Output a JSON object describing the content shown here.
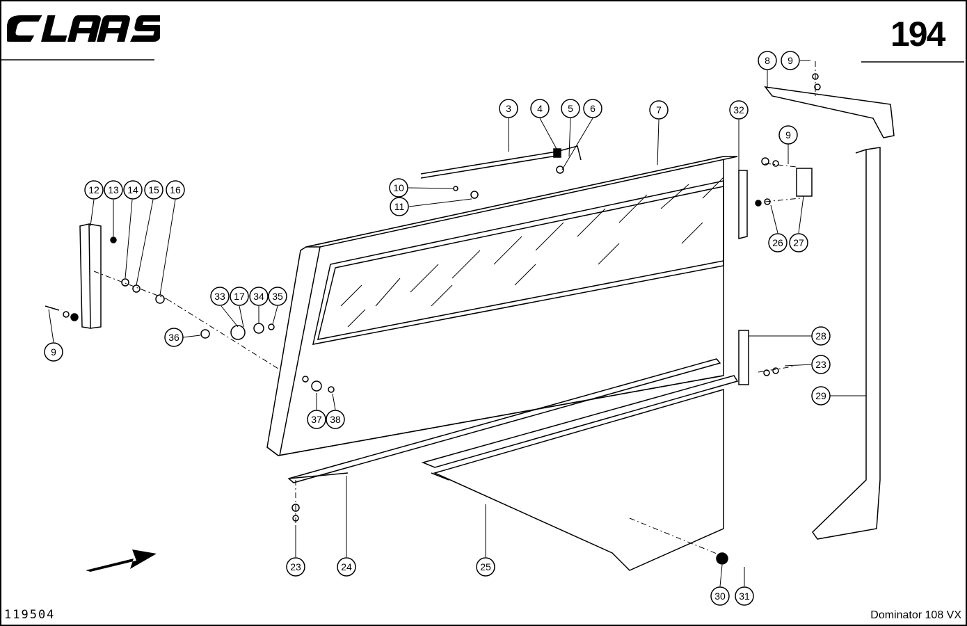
{
  "header": {
    "brand": "CLAAS",
    "page_number": "194"
  },
  "footer": {
    "doc_code": "119504",
    "model": "Dominator 108 VX"
  },
  "callouts": [
    "3",
    "4",
    "5",
    "6",
    "7",
    "32",
    "8",
    "9",
    "9",
    "10",
    "11",
    "12",
    "13",
    "14",
    "15",
    "16",
    "26",
    "27",
    "33",
    "17",
    "34",
    "35",
    "36",
    "9",
    "28",
    "23",
    "29",
    "37",
    "38",
    "23",
    "24",
    "25",
    "30",
    "31"
  ],
  "colors": {
    "line": "#000000",
    "paper": "#ffffff"
  },
  "icons": [
    "direction-arrow-icon"
  ]
}
